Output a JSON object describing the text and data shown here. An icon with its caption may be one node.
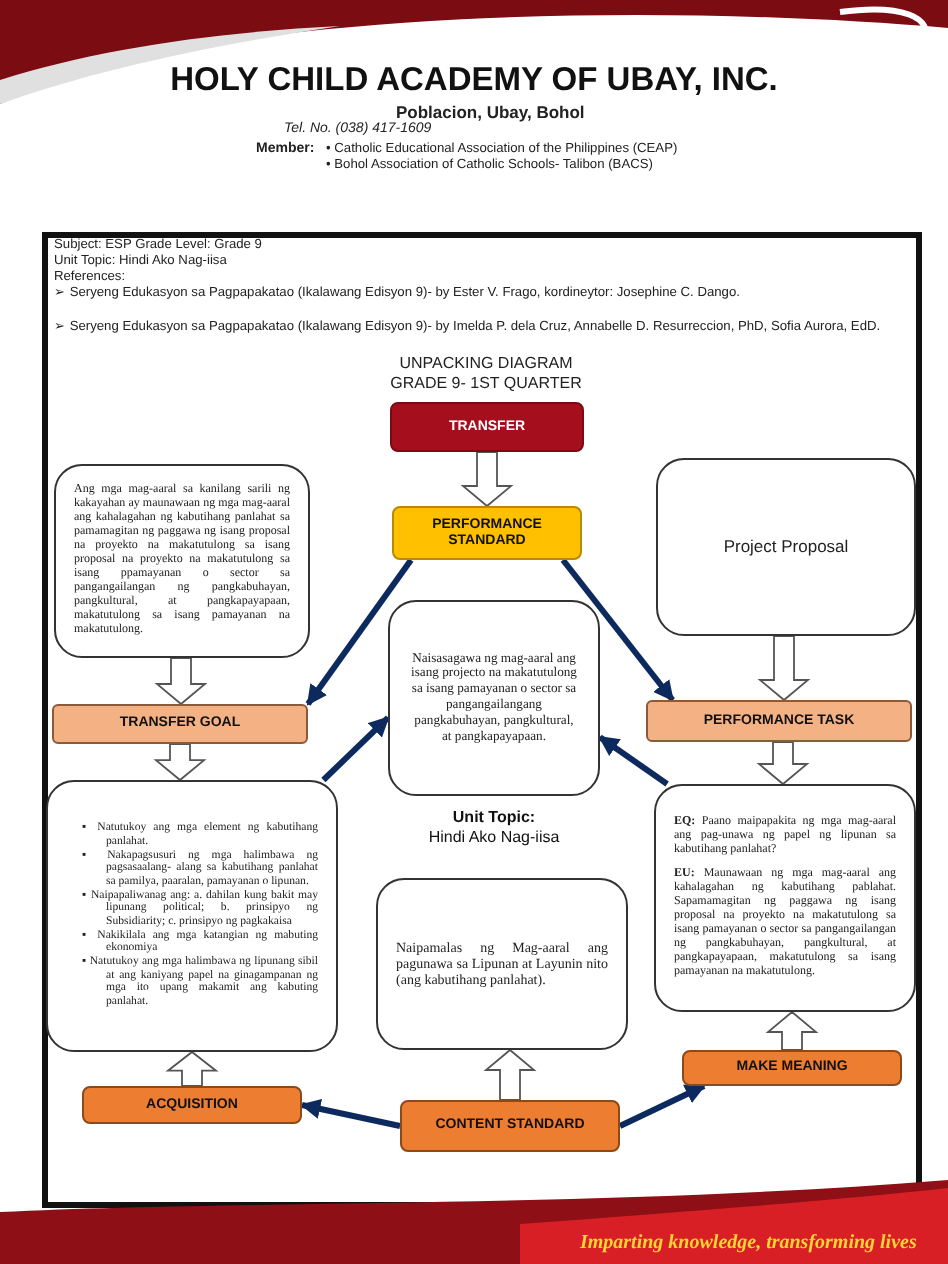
{
  "diagram": {
    "title": "UNPACKING DIAGRAM GRADE 9- 1ST QUARTER",
    "nodes": [
      {
        "text": [
          "TRANSFER"
        ]
      },
      {
        "text": [
          "Ang mga mag-aaral sa kanilang sarili ng kakayahan ay maunawaan ng mga mag-aaral ang kahalagahan ng kabutihang panlahat sa pamamagitan ng paggawa ng isang proposal na proyekto na makatutulong sa isang proposal na proyekto na makatutulong sa isang ppamayanan o sector sa pangangailangan ng pangkabuhayan, pangkultural, at pangkapayapaan, makatutulong sa isang pamayanan na makatutulong."
        ]
      },
      {
        "text": [
          "PERFORMANCE STANDARD"
        ]
      },
      {
        "text": [
          "Project Proposal"
        ]
      },
      {
        "text": [
          "Naisasagawa ng mag-aaral ang isang projecto na makatutulong sa isang pamayanan o sector sa pangangailangang pangkabuhayan, pangkultural, at pangkapayapaan."
        ]
      },
      {
        "text": [
          "TRANSFER GOAL"
        ]
      },
      {
        "text": [
          "PERFORMANCE TASK"
        ]
      },
      {
        "text": [
          "▪ Natutukoy ang mga element ng kabutihang panlahat.",
          "▪ Nakapagsusuri ng mga halimbawa ng pagsasaalang- alang sa kabutihang panlahat sa pamilya, paaralan, pamayanan o lipunan.",
          "▪ Naipapaliwanag ang: a. dahilan kung bakit may lipunang political; b. prinsipyo ng Subsidiarity; c. prinsipyo ng pagkakaisa",
          "▪ Nakikilala ang mga katangian ng mabuting ekonomiya",
          "▪ Natutukoy ang mga halimbawa ng lipunang sibil at ang kaniyang papel na ginagampanan ng mga ito upang makamit ang kabuting panlahat."
        ]
      },
      {
        "text": [
          "**EQ:** Paano maipapakita ng mga mag-aaral ang pag-unawa ng papel ng lipunan sa kabutihang panlahat?",
          "**EU:** Maunawaan ng mga mag-aaral ang kahalagahan ng kabutihang pablahat. Sapamamagitan ng paggawa ng isang proposal na proyekto na makatutulong sa isang pamayanan o sector sa pangangailangan ng pangkabuhayan, pangkultural, at pangkapayapaan, makatutulong sa isang pamayanan na makatutulong."
        ]
      },
      {
        "text": [
          "Naipamalas ng Mag-aaral ang pagunawa sa Lipunan at Layunin nito (ang kabutihang panlahat)."
        ]
      },
      {
        "text": [
          "MAKE MEANING"
        ]
      },
      {
        "text": [
          "ACQUISITION"
        ]
      },
      {
        "text": [
          "CONTENT STANDARD"
        ]
      }
    ],
    "edges": [
      {
        "from": 0,
        "to": 2,
        "arrow": "to",
        "style": "thick"
      },
      {
        "from": 1,
        "to": 5,
        "arrow": "to",
        "style": "thick"
      },
      {
        "from": 5,
        "to": 7,
        "arrow": "to",
        "style": "thick"
      },
      {
        "from": 11,
        "to": 7,
        "arrow": "to",
        "style": "thick"
      },
      {
        "from": 3,
        "to": 6,
        "arrow": "to",
        "style": "thick"
      },
      {
        "from": 6,
        "to": 8,
        "arrow": "to",
        "style": "thick"
      },
      {
        "from": 10,
        "to": 8,
        "arrow": "to",
        "style": "thick"
      },
      {
        "from": 12,
        "to": 9,
        "arrow": "to",
        "style": "thick"
      },
      {
        "from": 2,
        "to": 5,
        "arrow": "to",
        "color": "#0d2a5e"
      },
      {
        "from": 2,
        "to": 6,
        "arrow": "to",
        "color": "#0d2a5e"
      },
      {
        "from": 7,
        "to": 4,
        "arrow": "to",
        "color": "#0d2a5e"
      },
      {
        "from": 8,
        "to": 4,
        "arrow": "to",
        "color": "#0d2a5e"
      },
      {
        "from": 12,
        "to": 11,
        "arrow": "to",
        "color": "#0d2a5e"
      },
      {
        "from": 12,
        "to": 10,
        "arrow": "to",
        "color": "#0d2a5e"
      }
    ],
    "labels": [
      "HOLY CHILD ACADEMY OF UBAY, INC.",
      "Poblacion, Ubay, Bohol",
      "Tel. No. (038) 417-1609",
      "Member:",
      "• Catholic Educational Association of the Philippines (CEAP)",
      "• Bohol Association of Catholic Schools- Talibon (BACS)",
      "Subject: ESP Grade Level: Grade 9",
      "Unit Topic: Hindi Ako Nag-iisa",
      "References:",
      "➢ Seryeng Edukasyon sa Pagpapakatao (Ikalawang Edisyon 9)- by Ester V. Frago, kordineytor: Josephine C. Dango.",
      "➢ Seryeng Edukasyon sa Pagpapakatao (Ikalawang Edisyon 9)- by Imelda P. dela Cruz, Annabelle D. Resurreccion, PhD, Sofia Aurora, EdD.",
      "Unit Topic:",
      "Hindi Ako Nag-iisa",
      "Imparting knowledge, transforming lives"
    ]
  }
}
